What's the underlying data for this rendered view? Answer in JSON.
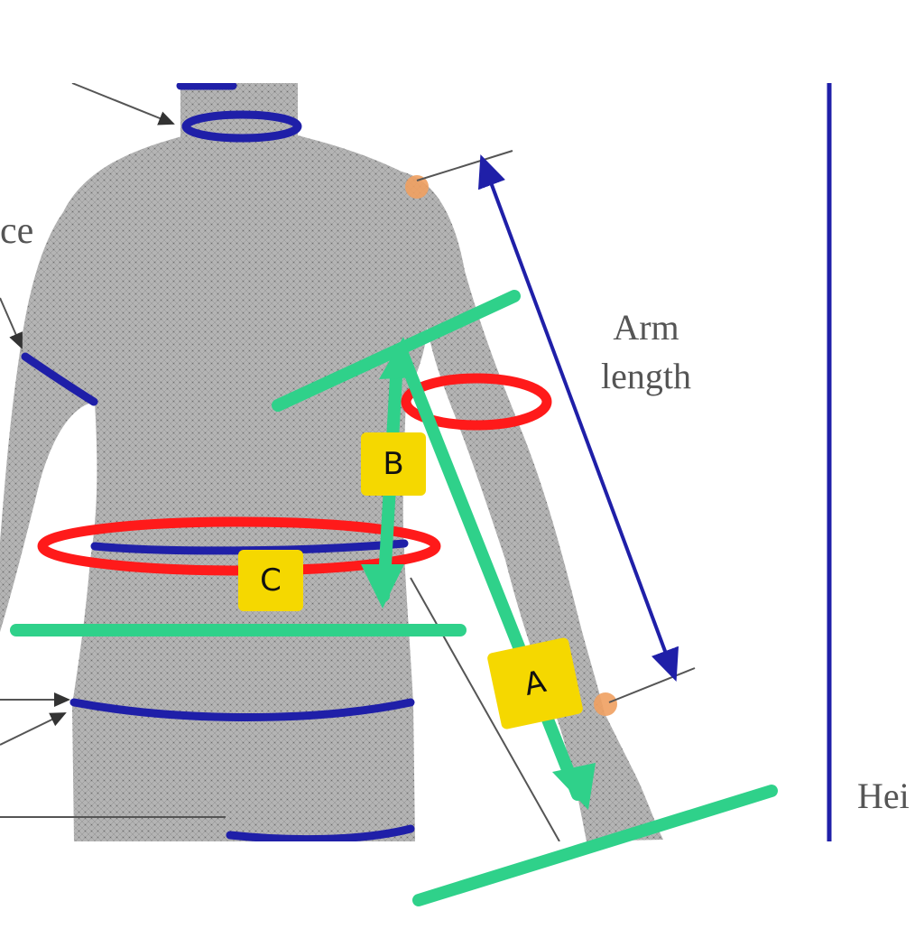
{
  "labels": {
    "arm_length": "Arm length",
    "left_fragment": "ce",
    "height_fragment": "Hei",
    "badge_a": "A",
    "badge_b": "B",
    "badge_c": "C"
  },
  "colors": {
    "measure_blue": "#1f1fa8",
    "green_overlay": "#2fd18a",
    "red_overlay": "#ff1a1a",
    "badge_yellow": "#f5d800",
    "skin_gray": "#a9a9a9"
  }
}
